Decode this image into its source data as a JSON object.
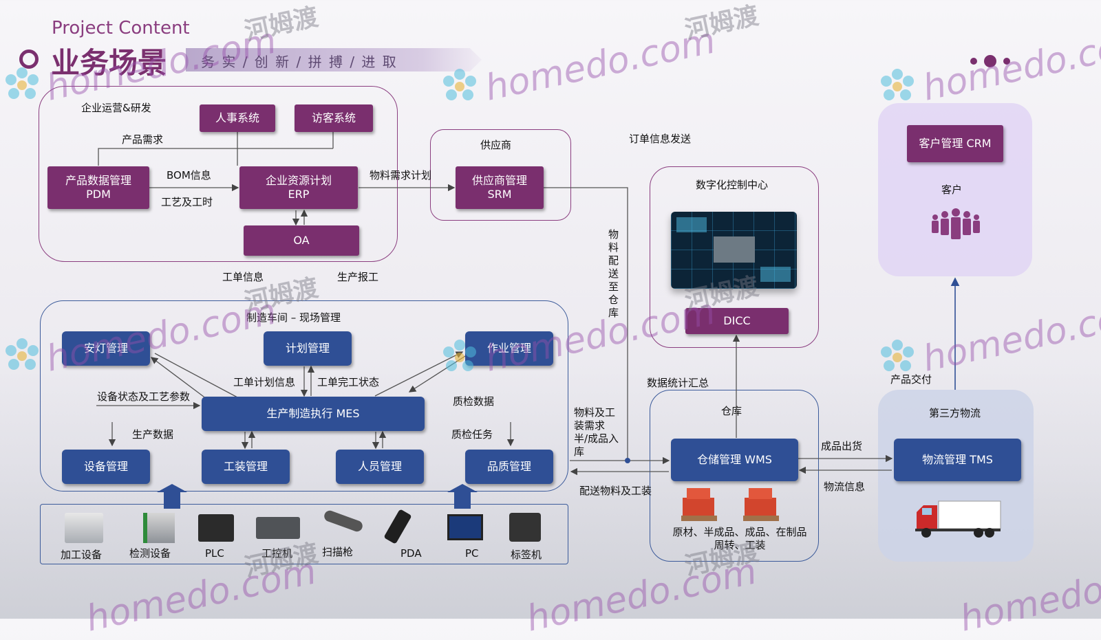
{
  "header": {
    "title_en": "Project Content",
    "title_cn": "业务场景",
    "slogan": "务 实 / 创 新 / 拼 搏 / 进 取"
  },
  "watermark": {
    "brand": "homedo.com",
    "brand_cn": "河姆渡"
  },
  "groups": {
    "enterprise": "企业运营&研发",
    "supplier": "供应商",
    "dicc_center": "数字化控制中心",
    "customer": "客户",
    "workshop": "制造车间 – 现场管理",
    "warehouse": "仓库",
    "logistics": "第三方物流"
  },
  "systems": {
    "hr": "人事系统",
    "visitor": "访客系统",
    "pdm": "产品数据管理\nPDM",
    "erp": "企业资源计划\nERP",
    "oa": "OA",
    "srm": "供应商管理\nSRM",
    "dicc": "DICC",
    "crm": "客户管理 CRM",
    "andon": "安灯管理",
    "plan": "计划管理",
    "job": "作业管理",
    "mes": "生产制造执行 MES",
    "equip": "设备管理",
    "tooling": "工装管理",
    "staff": "人员管理",
    "quality": "品质管理",
    "wms": "仓储管理 WMS",
    "tms": "物流管理 TMS"
  },
  "flows": {
    "product_demand": "产品需求",
    "bom": "BOM信息",
    "process_time": "工艺及工时",
    "material_plan": "物料需求计划",
    "order_send": "订单信息发送",
    "material_to_wh": "物\n料\n配\n送\n至\n仓\n库",
    "work_order_info": "工单信息",
    "production_report": "生产报工",
    "wo_plan_info": "工单计划信息",
    "wo_done_status": "工单完工状态",
    "equip_params": "设备状态及工艺参数",
    "qc_data": "质检数据",
    "prod_data": "生产数据",
    "qc_task": "质检任务",
    "material_tooling_req": "物料及工\n装需求\n半/成品入\n库",
    "deliver_material": "配送物料及工装",
    "data_summary": "数据统计汇总",
    "product_delivery": "产品交付",
    "finished_out": "成品出货",
    "logistics_info": "物流信息",
    "inventory_types": "原材、半成品、成品、在制品\n周转、工装"
  },
  "devices": [
    "加工设备",
    "检测设备",
    "PLC",
    "工控机",
    "扫描枪",
    "PDA",
    "PC",
    "标签机"
  ],
  "colors": {
    "purple": "#7a2f6e",
    "blue": "#2f4f95",
    "group_purple": "#8a3d7f",
    "group_blue": "#3b5a9a"
  }
}
